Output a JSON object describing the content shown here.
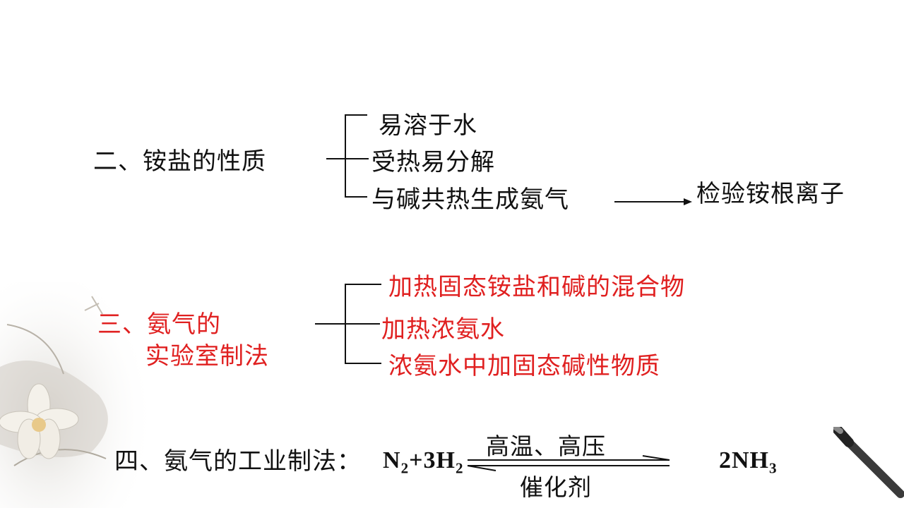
{
  "section2": {
    "title": "二、铵盐的性质",
    "items": [
      "易溶于水",
      "受热易分解",
      "与碱共热生成氨气"
    ],
    "result": "检验铵根离子"
  },
  "section3": {
    "title_line1": "三、氨气的",
    "title_line2": "实验室制法",
    "items": [
      "加热固态铵盐和碱的混合物",
      "加热浓氨水",
      "浓氨水中加固态碱性物质"
    ],
    "color": "#e02020"
  },
  "section4": {
    "title": "四、氨气的工业制法：",
    "reactant_n": "N",
    "reactant_n_sub": "2",
    "reactant_h": "+3H",
    "reactant_h_sub": "2",
    "condition_top": "高温、高压",
    "condition_bottom": "催化剂",
    "product": "2NH",
    "product_sub": "3"
  }
}
